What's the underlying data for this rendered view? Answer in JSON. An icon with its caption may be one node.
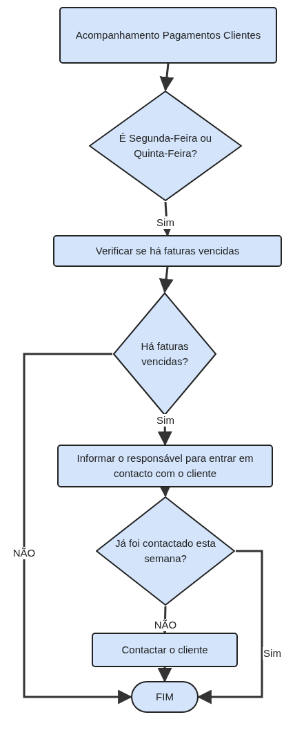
{
  "diagram": {
    "nodes": [
      {
        "text": [
          "Acompanhamento Pagamentos Clientes"
        ]
      },
      {
        "text": [
          "É Segunda-Feira ou Quinta-Feira?"
        ]
      },
      {
        "text": [
          "Verificar se há faturas vencidas"
        ]
      },
      {
        "text": [
          "Há faturas vencidas?"
        ]
      },
      {
        "text": [
          "Informar o responsável para entrar em contacto com o cliente"
        ]
      },
      {
        "text": [
          "Já foi contactado esta semana?"
        ]
      },
      {
        "text": [
          "Contactar o cliente"
        ]
      },
      {
        "text": [
          "FIM"
        ]
      }
    ],
    "edges": [
      {
        "from": 0,
        "to": 1,
        "arrow": "to"
      },
      {
        "from": 1,
        "to": 2,
        "arrow": "to",
        "label": "Sim"
      },
      {
        "from": 2,
        "to": 3,
        "arrow": "to"
      },
      {
        "from": 3,
        "to": 4,
        "arrow": "to",
        "label": "Sim"
      },
      {
        "from": 3,
        "to": 7,
        "arrow": "to",
        "label": "NÃO"
      },
      {
        "from": 4,
        "to": 5,
        "arrow": "to"
      },
      {
        "from": 5,
        "to": 6,
        "arrow": "to",
        "label": "NÃO"
      },
      {
        "from": 5,
        "to": 7,
        "arrow": "to",
        "label": "Sim"
      },
      {
        "from": 6,
        "to": 7,
        "arrow": "to"
      }
    ]
  }
}
